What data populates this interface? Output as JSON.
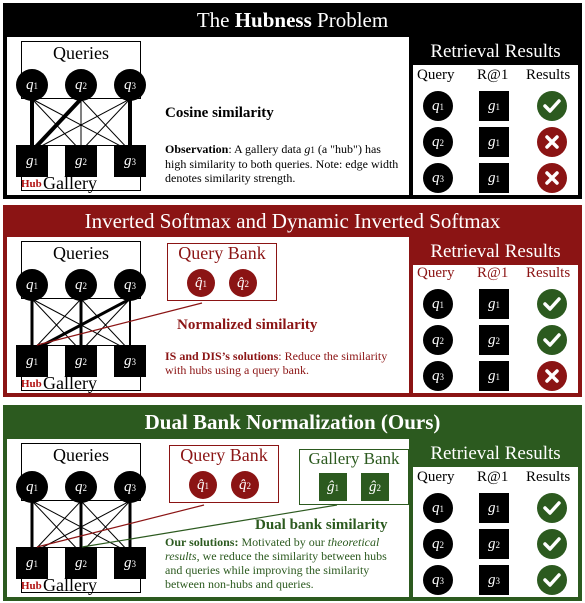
{
  "colors": {
    "black": "#000000",
    "dark_red": "#8b1414",
    "dark_green": "#2c5a1f",
    "white": "#ffffff"
  },
  "panel1": {
    "title_plain_1": "The ",
    "title_bold": "Hubness",
    "title_plain_2": " Problem",
    "queries_label": "Queries",
    "gallery_label": "Gallery",
    "hub_label": "Hub",
    "q_nodes": [
      "1",
      "2",
      "3"
    ],
    "g_nodes": [
      "1",
      "2",
      "3"
    ],
    "similarity_label": "Cosine similarity",
    "obs_bold": "Observation",
    "obs_text_1": ": A gallery data ",
    "obs_text_2": " (a \"hub\") has high similarity to both queries. Note: edge width denotes similarity strength.",
    "retrieval": {
      "title": "Retrieval Results",
      "cols": [
        "Query",
        "R@1",
        "Results"
      ],
      "r1": [
        "1",
        "1",
        "1"
      ],
      "results": [
        "check-icon",
        "cross-icon",
        "cross-icon"
      ]
    }
  },
  "panel2": {
    "title": "Inverted Softmax and Dynamic Inverted Softmax",
    "queries_label": "Queries",
    "gallery_label": "Gallery",
    "hub_label": "Hub",
    "bank_title": "Query Bank",
    "bank_nodes": [
      "1",
      "2"
    ],
    "similarity_label": "Normalized similarity",
    "sol_bold": "IS and DIS’s solutions",
    "sol_text": ": Reduce the similarity with hubs using a query bank.",
    "retrieval": {
      "title": "Retrieval Results",
      "cols": [
        "Query",
        "R@1",
        "Results"
      ],
      "r1": [
        "1",
        "2",
        "1"
      ],
      "results": [
        "check-icon",
        "check-icon",
        "cross-icon"
      ]
    }
  },
  "panel3": {
    "title": "Dual Bank Normalization (Ours)",
    "queries_label": "Queries",
    "gallery_label": "Gallery",
    "hub_label": "Hub",
    "query_bank_title": "Query Bank",
    "gallery_bank_title": "Gallery Bank",
    "bank_nodes": [
      "1",
      "2"
    ],
    "similarity_label": "Dual bank similarity",
    "sol_bold": "Our solutions:",
    "sol_text_1": " Motivated by our ",
    "sol_italic": "theoretical results",
    "sol_text_2": ", we reduce the similarity between hubs and queries while improving the similarity between non-hubs and queries.",
    "retrieval": {
      "title": "Retrieval Results",
      "cols": [
        "Query",
        "R@1",
        "Results"
      ],
      "r1": [
        "1",
        "2",
        "3"
      ],
      "results": [
        "check-icon",
        "check-icon",
        "check-icon"
      ]
    }
  }
}
